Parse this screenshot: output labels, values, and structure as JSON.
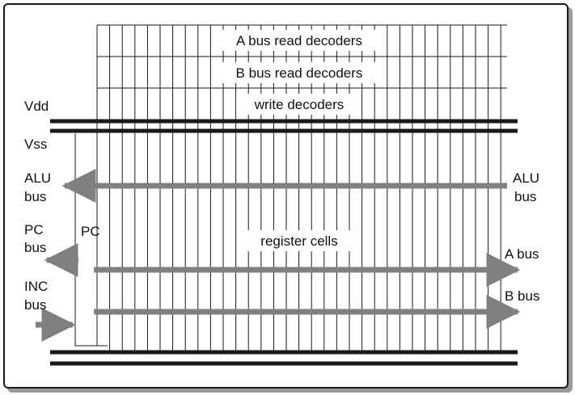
{
  "decoders": {
    "a_bus_read": "A bus read decoders",
    "b_bus_read": "B bus read decoders",
    "write": "write decoders"
  },
  "rails": {
    "vdd": "Vdd",
    "vss": "Vss"
  },
  "buses": {
    "alu_left": [
      "ALU",
      "bus"
    ],
    "alu_right": [
      "ALU",
      "bus"
    ],
    "pc_bus": [
      "PC",
      "bus"
    ],
    "inc_bus": [
      "INC",
      "bus"
    ],
    "a_bus": "A bus",
    "b_bus": "B bus"
  },
  "blocks": {
    "pc": "PC",
    "register_cells": "register cells"
  },
  "colors": {
    "line": "#1a1a1a",
    "arrow": "#808080",
    "background": "#ffffff"
  }
}
